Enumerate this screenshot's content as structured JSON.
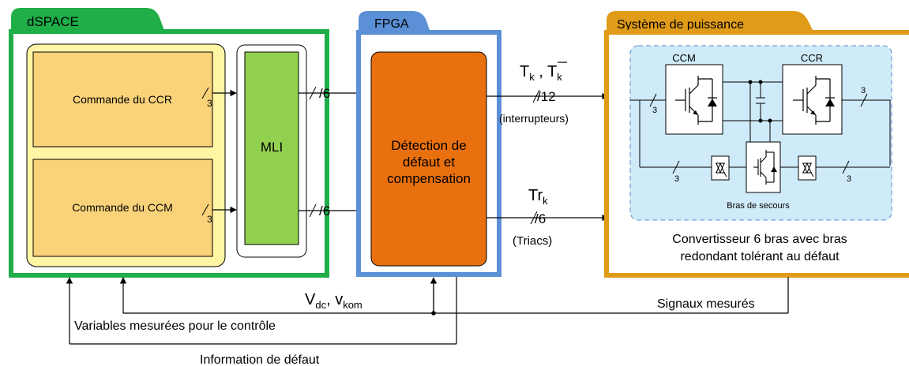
{
  "dspace": {
    "title": "dSPACE",
    "ccr_control": "Commande du CCR",
    "ccm_control": "Commande du CCM",
    "mli": "MLI",
    "bus_width_3": "3",
    "bus_width_6": "/6"
  },
  "fpga": {
    "title": "FPGA",
    "block_line1": "Détection de",
    "block_line2": "défaut et",
    "block_line3": "compensation"
  },
  "links": {
    "tk_label_main": "T",
    "tk_label_sub": "k",
    "tk_sep": " , ",
    "tkbar_label_main": "T",
    "tkbar_label_sub": "k",
    "switches_width": "/12",
    "switches_caption": "(interrupteurs)",
    "trk_label_main": "Tr",
    "trk_label_sub": "k",
    "triacs_width": "/6",
    "triacs_caption": "(Triacs)"
  },
  "power": {
    "title": "Système de puissance",
    "ccm": "CCM",
    "ccr": "CCR",
    "backup_leg": "Bras de secours",
    "bus_width_3": "3",
    "caption_line1": "Convertisseur 6 bras avec bras",
    "caption_line2": "redondant tolérant au défaut"
  },
  "feedback": {
    "vdc_main": "V",
    "vdc_sub": "dc",
    "vkom_sep": ", v",
    "vkom_sub": "kom",
    "measured_signals": "Signaux mesurés",
    "control_variables": "Variables mesurées pour le contrôle",
    "fault_information": "Information de défaut"
  },
  "colors": {
    "dspace_border": "#1fae48",
    "dspace_inner": "#fff5a5",
    "control_block": "#f9d27a",
    "mli_block": "#92d050",
    "fpga_border": "#5b8fd6",
    "fpga_block": "#e8700e",
    "power_border": "#e09b18",
    "power_inner": "#cfeaf8"
  }
}
